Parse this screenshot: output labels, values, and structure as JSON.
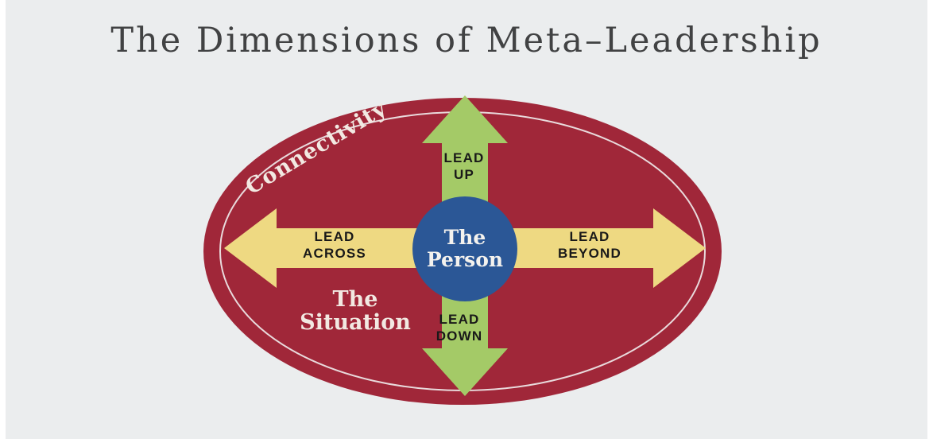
{
  "title": "The Dimensions of Meta–Leadership",
  "labels": {
    "connectivity": "Connectivity",
    "situation": [
      "The",
      "Situation"
    ],
    "person": [
      "The",
      "Person"
    ],
    "lead_up": [
      "LEAD",
      "UP"
    ],
    "lead_down": [
      "LEAD",
      "DOWN"
    ],
    "lead_across": [
      "LEAD",
      "ACROSS"
    ],
    "lead_beyond": [
      "LEAD",
      "BEYOND"
    ]
  },
  "colors": {
    "background": "#ebedee",
    "situation_ellipse_red": "#a02739",
    "connectivity_ring_white": "#f1eeee",
    "vertical_arrow_green": "#a4ca67",
    "horizontal_arrow_yellow": "#eed982",
    "person_circle_blue": "#2b5796",
    "title_text": "#414243",
    "lead_text": "#191919"
  }
}
